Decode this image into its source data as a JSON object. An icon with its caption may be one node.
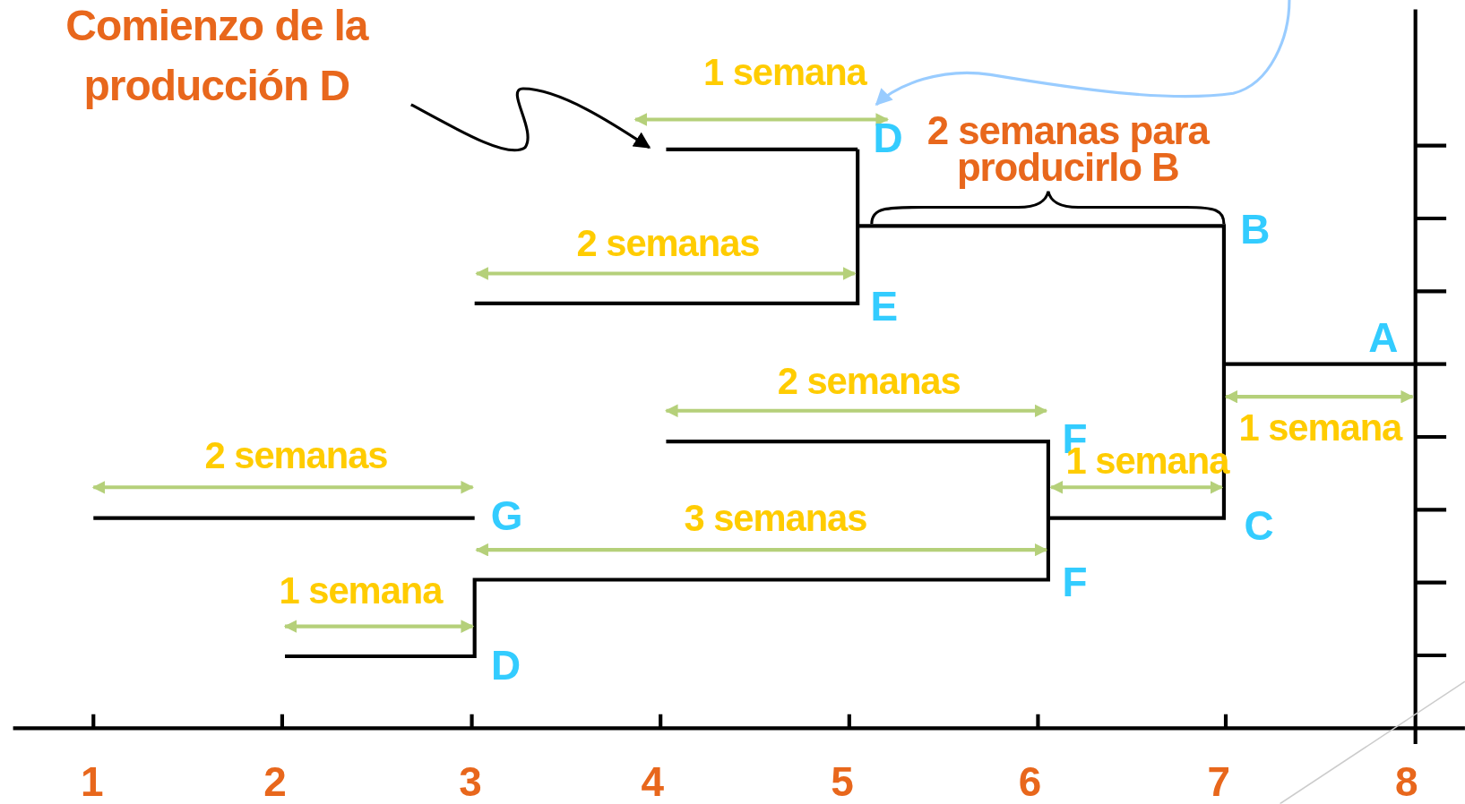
{
  "diagram": {
    "nodes": [
      {
        "text": [
          "Comienzo de la producción D"
        ]
      },
      {
        "text": [],
        "shape": "bar"
      },
      {
        "text": [
          "D"
        ]
      }
    ],
    "edges": [
      {
        "from": 0,
        "to": 1,
        "arrow": "to"
      },
      {
        "from": null,
        "to": 2,
        "arrow": "to",
        "color": "#99ccff"
      }
    ],
    "labels": [
      "1 semana",
      "2 semanas para producirlo B",
      "B",
      "2 semanas",
      "E",
      "A",
      "2 semanas",
      "F",
      "1 semana",
      "2 semanas",
      "1 semana",
      "G",
      "3 semanas",
      "C",
      "1 semana",
      "F",
      "D",
      "1",
      "2",
      "3",
      "4",
      "5",
      "6",
      "7",
      "8"
    ]
  }
}
